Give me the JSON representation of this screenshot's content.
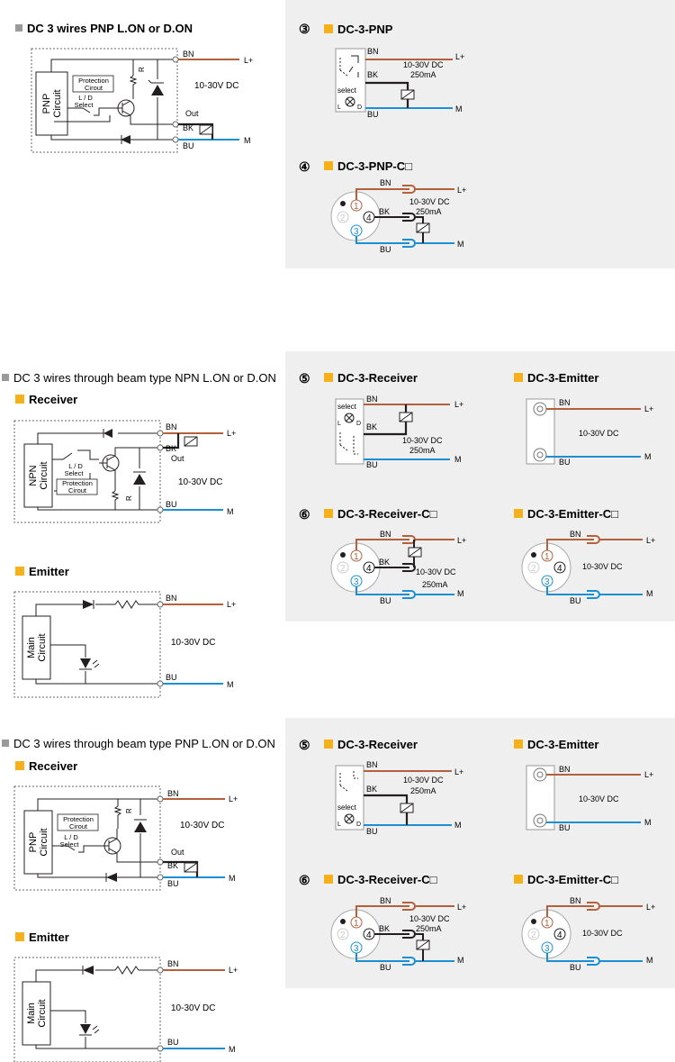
{
  "colors": {
    "brown": "#b5603c",
    "blue": "#1b8fd2",
    "black": "#231f20",
    "panel": "#efefef",
    "square_gray": "#9a9a9a",
    "square_orange": "#f6b01a"
  },
  "sec1": {
    "title": "DC 3 wires PNP L.ON or D.ON",
    "block": "PNP\nCircuit",
    "protection": "Protection\nCirout",
    "ld": "L / D\nSelect",
    "r": "R",
    "bn": "BN",
    "lplus": "L+",
    "out": "Out",
    "bk": "BK",
    "m": "M",
    "bu": "BU",
    "supply": "10-30V DC"
  },
  "p3": {
    "num": "③",
    "title": "DC-3-PNP",
    "bn": "BN",
    "lplus": "L+",
    "supply": "10-30V DC",
    "current": "250mA",
    "bk": "BK",
    "select": "select",
    "l": "L",
    "d": "D",
    "bu": "BU",
    "m": "M"
  },
  "p4": {
    "num": "④",
    "title": "DC-3-PNP-C□",
    "bn": "BN",
    "lplus": "L+",
    "supply": "10-30V DC",
    "current": "250mA",
    "bk": "BK",
    "bu": "BU",
    "m": "M",
    "pin1": "1",
    "pin2": "2",
    "pin3": "3",
    "pin4": "4"
  },
  "sec2": {
    "title": "DC 3 wires through beam type NPN L.ON or D.ON",
    "receiver_label": "Receiver",
    "emitter_label": "Emitter",
    "rx": {
      "block": "NPN\nCircuit",
      "ld": "L / D\nSelect",
      "protection": "Protection\nCirout",
      "r": "R",
      "bn": "BN",
      "lplus": "L+",
      "bk": "BK",
      "out": "Out",
      "supply": "10-30V DC",
      "bu": "BU",
      "m": "M"
    },
    "tx": {
      "block": "Main\nCircuit",
      "bn": "BN",
      "lplus": "L+",
      "supply": "10-30V DC",
      "bu": "BU",
      "m": "M"
    }
  },
  "p5": {
    "num": "⑤",
    "title": "DC-3-Receiver",
    "select": "select",
    "l": "L",
    "d": "D",
    "bn": "BN",
    "lplus": "L+",
    "bk": "BK",
    "supply": "10-30V DC",
    "current": "250mA",
    "bu": "BU",
    "m": "M"
  },
  "pe1": {
    "title": "DC-3-Emitter",
    "bn": "BN",
    "lplus": "L+",
    "supply": "10-30V DC",
    "bu": "BU",
    "m": "M"
  },
  "p6": {
    "num": "⑥",
    "title": "DC-3-Receiver-C□",
    "bn": "BN",
    "lplus": "L+",
    "bk": "BK",
    "supply": "10-30V DC",
    "current": "250mA",
    "bu": "BU",
    "m": "M",
    "pin1": "1",
    "pin2": "2",
    "pin3": "3",
    "pin4": "4"
  },
  "pe2": {
    "title": "DC-3-Emitter-C□",
    "bn": "BN",
    "lplus": "L+",
    "supply": "10-30V DC",
    "bu": "BU",
    "m": "M",
    "pin1": "1",
    "pin2": "2",
    "pin3": "3",
    "pin4": "4"
  },
  "sec3": {
    "title": "DC 3 wires through beam type PNP L.ON or D.ON",
    "receiver_label": "Receiver",
    "emitter_label": "Emitter",
    "rx": {
      "block": "PNP\nCircuit",
      "protection": "Protection\nCirout",
      "ld": "L / D\nSelect",
      "r": "R",
      "bn": "BN",
      "lplus": "L+",
      "supply": "10-30V DC",
      "out": "Out",
      "bk": "BK",
      "m": "M",
      "bu": "BU"
    },
    "tx": {
      "block": "Main\nCircuit",
      "bn": "BN",
      "lplus": "L+",
      "supply": "10-30V DC",
      "bu": "BU",
      "m": "M"
    }
  },
  "p7": {
    "num": "⑤",
    "title": "DC-3-Receiver",
    "bn": "BN",
    "lplus": "L+",
    "supply": "10-30V DC",
    "current": "250mA",
    "bk": "BK",
    "select": "select",
    "l": "L",
    "d": "D",
    "bu": "BU",
    "m": "M"
  },
  "pe3": {
    "title": "DC-3-Emitter",
    "bn": "BN",
    "lplus": "L+",
    "supply": "10-30V DC",
    "bu": "BU",
    "m": "M"
  },
  "p8": {
    "num": "⑥",
    "title": "DC-3-Receiver-C□",
    "bn": "BN",
    "lplus": "L+",
    "bk": "BK",
    "supply": "10-30V DC",
    "current": "250mA",
    "bu": "BU",
    "m": "M",
    "pin1": "1",
    "pin2": "2",
    "pin3": "3",
    "pin4": "4"
  },
  "pe4": {
    "title": "DC-3-Emitter-C□",
    "bn": "BN",
    "lplus": "L+",
    "supply": "10-30V DC",
    "bu": "BU",
    "m": "M",
    "pin1": "1",
    "pin2": "2",
    "pin3": "3",
    "pin4": "4"
  }
}
